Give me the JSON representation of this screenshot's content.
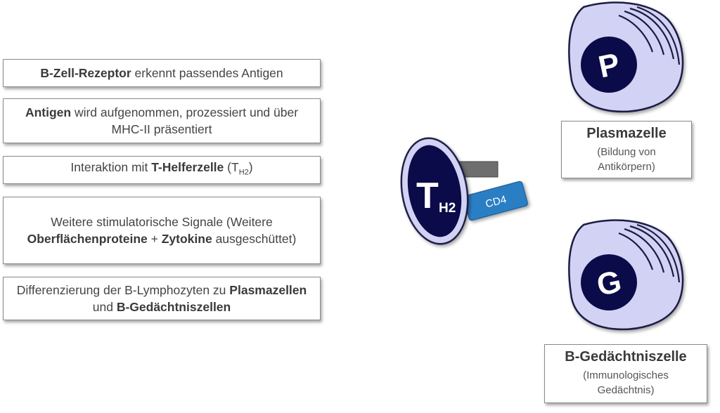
{
  "steps": [
    {
      "bold": "B-Zell-Rezeptor",
      "rest": " erkennt passendes Antigen"
    },
    {
      "bold": "Antigen",
      "rest": " wird aufgenommen, prozessiert und über MHC-II präsentiert"
    },
    {
      "pre": "Interaktion mit ",
      "bold": "T-Helferzelle",
      "post": " (T",
      "sub": "H2",
      "end": ")"
    },
    {
      "pre": "Weitere stimulatorische Signale (Weitere ",
      "bold1": "Oberflächenproteine",
      "mid": " + ",
      "bold2": "Zytokine",
      "end": " ausgeschüttet)"
    },
    {
      "pre": "Differenzierung der B-Lymphozyten zu ",
      "bold1": "Plasmazellen",
      "mid": " und ",
      "bold2": "B-Gedächtniszellen"
    }
  ],
  "tcell": {
    "letter": "T",
    "subscript": "H2",
    "receptor": "CD4"
  },
  "plasma": {
    "letter": "P",
    "title": "Plasmazelle",
    "desc": "(Bildung von Antikörpern)"
  },
  "memory": {
    "letter": "G",
    "title": "B-Gedächtniszelle",
    "desc": "(Immunologisches Gedächtnis)"
  },
  "colors": {
    "cell_fill": "#d2d2f4",
    "nucleus": "#0b0b4a",
    "cd4": "#2a7fc4",
    "receptor_gray": "#6e6e6e"
  }
}
